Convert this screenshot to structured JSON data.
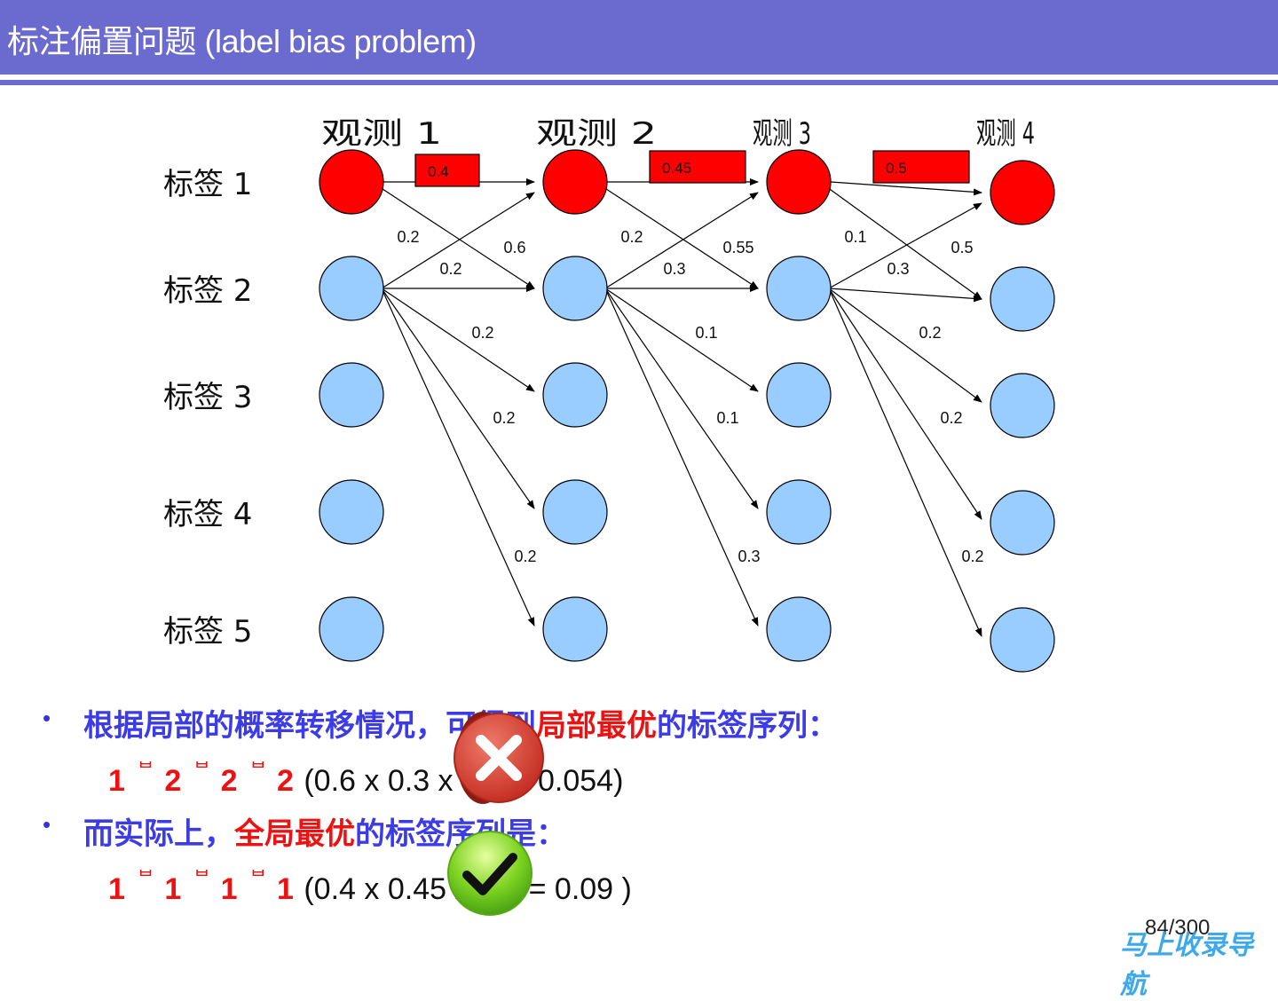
{
  "title": "标注偏置问题 (label bias problem)",
  "observations": [
    "观测 1",
    "观测 2",
    "观测 3",
    "观测 4"
  ],
  "labels": [
    "标签 1",
    "标签 2",
    "标签 3",
    "标签 4",
    "标签 5"
  ],
  "top_probs": [
    "0.4",
    "0.45",
    "0.5"
  ],
  "edge_labels": [
    [
      "0.2",
      "0.6",
      "0.2",
      "0.2",
      "0.2",
      "0.2"
    ],
    [
      "0.2",
      "0.55",
      "0.3",
      "0.1",
      "0.1",
      "0.3"
    ],
    [
      "0.1",
      "0.5",
      "0.3",
      "0.2",
      "0.2",
      "0.2"
    ]
  ],
  "colors": {
    "header": "#6b6bcf",
    "red_node": "#ff0000",
    "blue_node": "#99ccff",
    "bullet_text": "#3b3be8",
    "highlight": "#ee1111"
  },
  "bullets": [
    {
      "pre": "根据局部的概率转移情况，可得到",
      "highlight": "局部最优",
      "post": "的标签序列：",
      "sequence": [
        "1",
        "2",
        "2",
        "2"
      ],
      "arrow": "ᄇ",
      "expression": "(0.6 x 0.3 x 0.3 = 0.054)",
      "mark": "x-icon"
    },
    {
      "pre": "而实际上，",
      "highlight": "全局最优",
      "post": "的标签序列是：",
      "sequence": [
        "1",
        "1",
        "1",
        "1"
      ],
      "arrow": "ᄇ",
      "expression": "(0.4 x 0.45 x 0.5 = 0.09 )",
      "mark": "check-icon"
    }
  ],
  "page_number": "84/300",
  "watermark": "马上收录导航"
}
